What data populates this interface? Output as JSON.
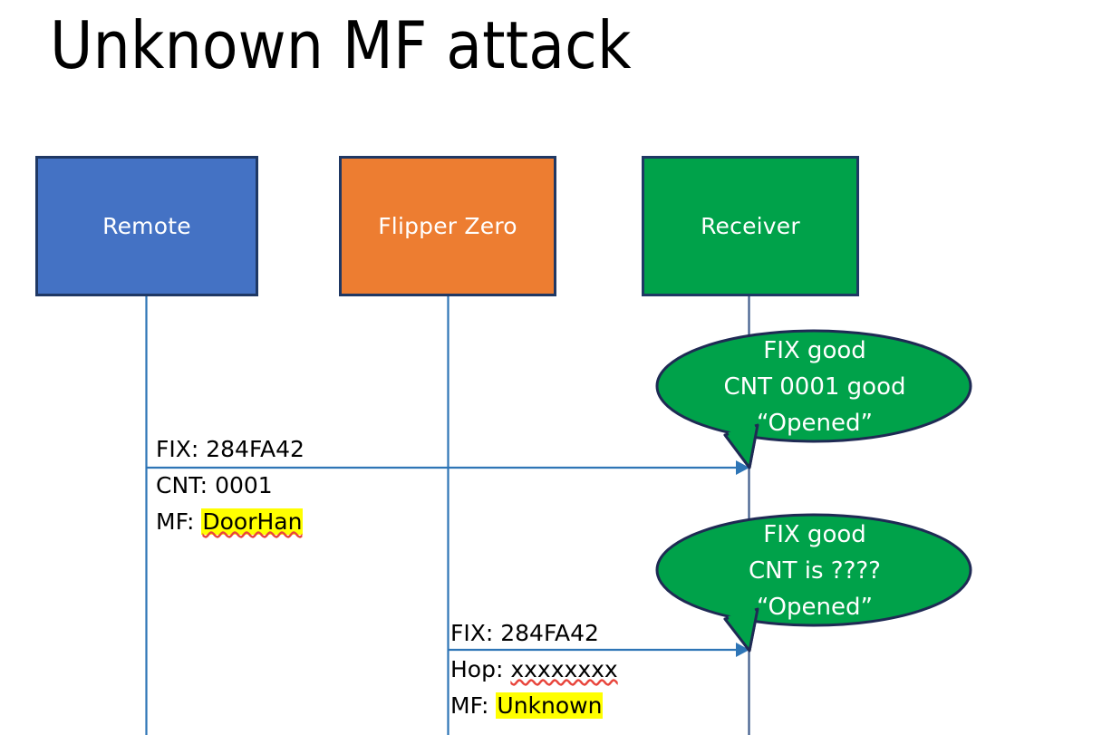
{
  "slide": {
    "title": "Unknown MF attack",
    "background": "#ffffff"
  },
  "colors": {
    "remote_fill": "#4472C4",
    "flipper_fill": "#ED7D31",
    "receiver_fill": "#00A24A",
    "box_border": "#1F3864",
    "bubble_fill": "#00A24A",
    "bubble_border": "#1F2martin",
    "lifeline_blue": "#2E75B6",
    "lifeline_navy": "#1F3864",
    "arrow": "#2E75B6",
    "highlight": "#FFFF00",
    "spellcheck_underline": "#E8453C",
    "text_dark": "#000000",
    "text_light": "#ffffff"
  },
  "actors": [
    {
      "id": "remote",
      "label": "Remote"
    },
    {
      "id": "flipper",
      "label": "Flipper Zero"
    },
    {
      "id": "receiver",
      "label": "Receiver"
    }
  ],
  "messages": [
    {
      "id": "msg1",
      "from": "remote",
      "to": "receiver",
      "lines": [
        {
          "prefix": "FIX: ",
          "value": "284FA42",
          "highlight": false,
          "spellcheck": false
        },
        {
          "prefix": "CNT: ",
          "value": "0001",
          "highlight": false,
          "spellcheck": false
        },
        {
          "prefix": "MF: ",
          "value": "DoorHan",
          "highlight": true,
          "spellcheck": true
        }
      ]
    },
    {
      "id": "msg2",
      "from": "flipper",
      "to": "receiver",
      "lines": [
        {
          "prefix": "FIX: ",
          "value": "284FA42",
          "highlight": false,
          "spellcheck": false
        },
        {
          "prefix": "Hop: ",
          "value": "xxxxxxxx",
          "highlight": false,
          "spellcheck": true
        },
        {
          "prefix": "MF: ",
          "value": "Unknown",
          "highlight": true,
          "spellcheck": false
        }
      ]
    }
  ],
  "bubbles": [
    {
      "id": "bubble1",
      "owner": "receiver",
      "lines": [
        "FIX good",
        "CNT 0001 good",
        "“Opened”"
      ]
    },
    {
      "id": "bubble2",
      "owner": "receiver",
      "lines": [
        "FIX good",
        "CNT is ????",
        "“Opened”"
      ]
    }
  ]
}
